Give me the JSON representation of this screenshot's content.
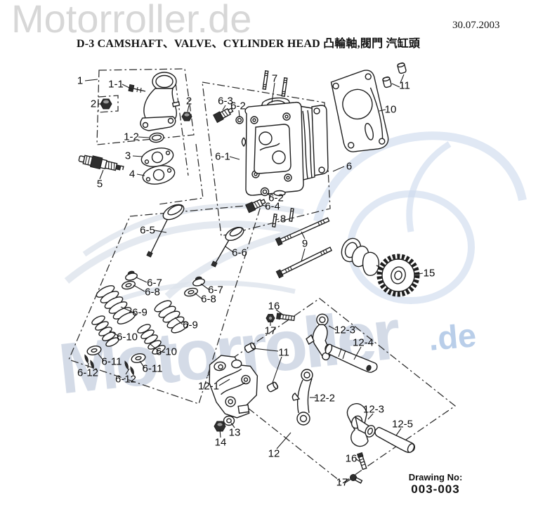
{
  "page": {
    "watermark_top": "Motorroller.de",
    "watermark_diagonal": "Motorroller",
    "watermark_de": ".de",
    "date": "30.07.2003",
    "title": "D-3 CAMSHAFT、VALVE、CYLINDER HEAD 凸輪軸,閥門 汽缸頭",
    "drawing_no_label": "Drawing No:",
    "drawing_no_value": "003-003",
    "colors": {
      "line_art": "#1e1e1e",
      "watermark_gray": "#d7d7d7",
      "watermark_blue": "#b9cee9",
      "watermark_text": "#aab8cf",
      "background": "#ffffff"
    }
  },
  "labels": [
    {
      "text": "1"
    },
    {
      "text": "1-1"
    },
    {
      "text": "2"
    },
    {
      "text": "1-2"
    },
    {
      "text": "3"
    },
    {
      "text": "4"
    },
    {
      "text": "5"
    },
    {
      "text": "2"
    },
    {
      "text": "6-3"
    },
    {
      "text": "6-2"
    },
    {
      "text": "7"
    },
    {
      "text": "10"
    },
    {
      "text": "11"
    },
    {
      "text": "6-1"
    },
    {
      "text": "6"
    },
    {
      "text": "6-2"
    },
    {
      "text": "6-4"
    },
    {
      "text": "8"
    },
    {
      "text": "9"
    },
    {
      "text": "6-5"
    },
    {
      "text": "6-6"
    },
    {
      "text": "6-7"
    },
    {
      "text": "6-8"
    },
    {
      "text": "6-7"
    },
    {
      "text": "6-8"
    },
    {
      "text": "6-9"
    },
    {
      "text": "6-9"
    },
    {
      "text": "6-10"
    },
    {
      "text": "6-10"
    },
    {
      "text": "6-11"
    },
    {
      "text": "6-12"
    },
    {
      "text": "6-11"
    },
    {
      "text": "6-12"
    },
    {
      "text": "15"
    },
    {
      "text": "16"
    },
    {
      "text": "17"
    },
    {
      "text": "11"
    },
    {
      "text": "12-1"
    },
    {
      "text": "12-2"
    },
    {
      "text": "12-3"
    },
    {
      "text": "12-4"
    },
    {
      "text": "12-3"
    },
    {
      "text": "12-5"
    },
    {
      "text": "13"
    },
    {
      "text": "14"
    },
    {
      "text": "12"
    },
    {
      "text": "16"
    },
    {
      "text": "17"
    }
  ]
}
